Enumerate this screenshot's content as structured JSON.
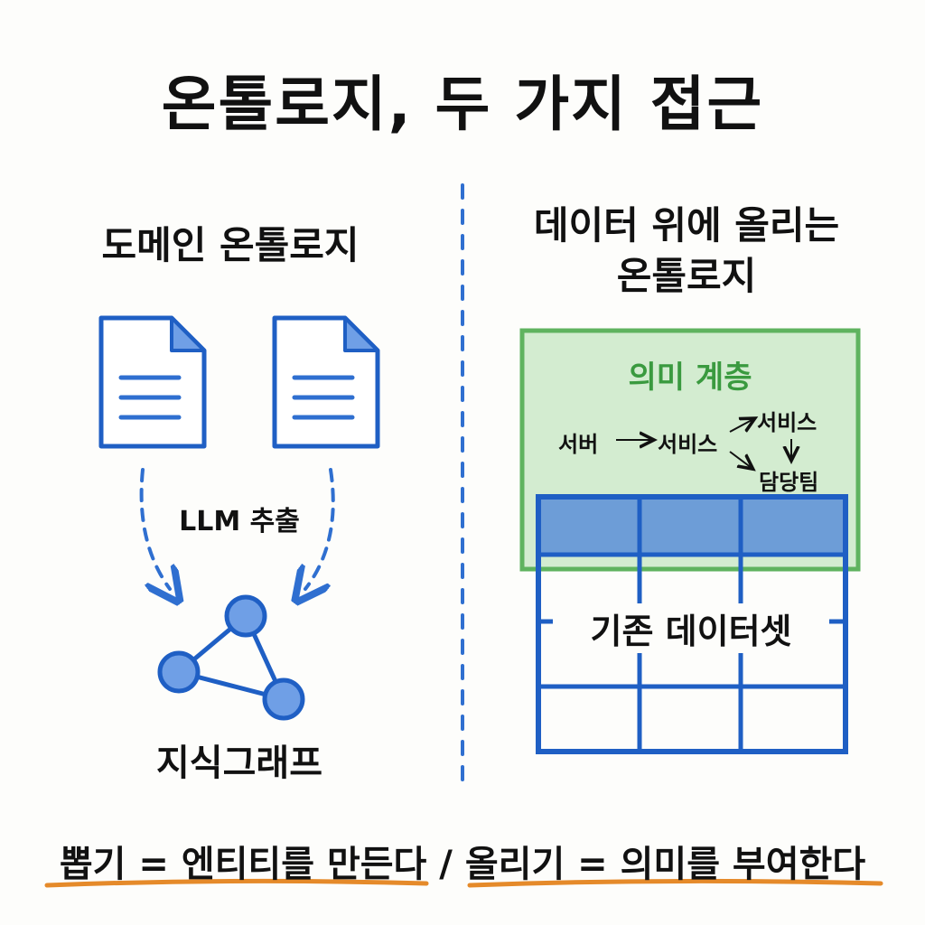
{
  "title": "온톨로지, 두 가지 접근",
  "left": {
    "heading": "도메인 온톨로지",
    "process_label": "LLM 추출",
    "result_label": "지식그래프"
  },
  "right": {
    "heading_line1": "데이터 위에 올리는",
    "heading_line2": "온톨로지",
    "semantic_layer": {
      "title": "의미 계층",
      "nodes": [
        "서버",
        "서비스",
        "서비스",
        "담당팀"
      ]
    },
    "dataset_label": "기존 데이터셋"
  },
  "footer": {
    "left_text": "뽑기 = 엔티티를 만든다",
    "separator": "/",
    "right_text": "올리기 = 의미를 부여한다"
  },
  "colors": {
    "blue": "#1f5fc4",
    "green_fill": "#d3ecd0",
    "green_stroke": "#5fb35f",
    "orange": "#e58a2a"
  }
}
